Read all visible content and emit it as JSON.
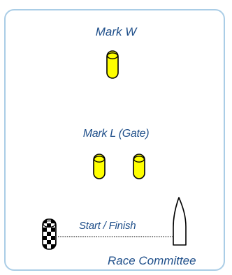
{
  "diagram": {
    "mark_w": {
      "label": "Mark W",
      "icon": "yellow-buoy-icon",
      "color": "#ffff00"
    },
    "mark_l": {
      "label": "Mark L (Gate)",
      "icon": "yellow-buoy-icon",
      "color": "#ffff00"
    },
    "start_finish": {
      "label": "Start / Finish",
      "pin_icon": "checkered-pin-buoy-icon"
    },
    "committee": {
      "label": "Race Committee",
      "icon": "committee-boat-icon"
    },
    "colors": {
      "frame_border": "#aacde6",
      "text": "#1f4f8a",
      "buoy_fill": "#ffff00",
      "outline": "#000000"
    }
  }
}
